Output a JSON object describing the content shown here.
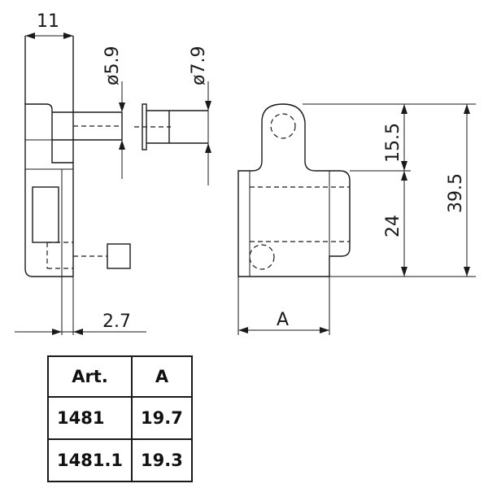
{
  "dimensions": {
    "d11": "11",
    "phi59": "ø5.9",
    "phi79": "ø7.9",
    "d27": "2.7",
    "d155": "15.5",
    "d24": "24",
    "d395": "39.5",
    "dA": "A"
  },
  "table": {
    "headers": [
      "Art.",
      "A"
    ],
    "rows": [
      [
        "1481",
        "19.7"
      ],
      [
        "1481.1",
        "19.3"
      ]
    ]
  }
}
